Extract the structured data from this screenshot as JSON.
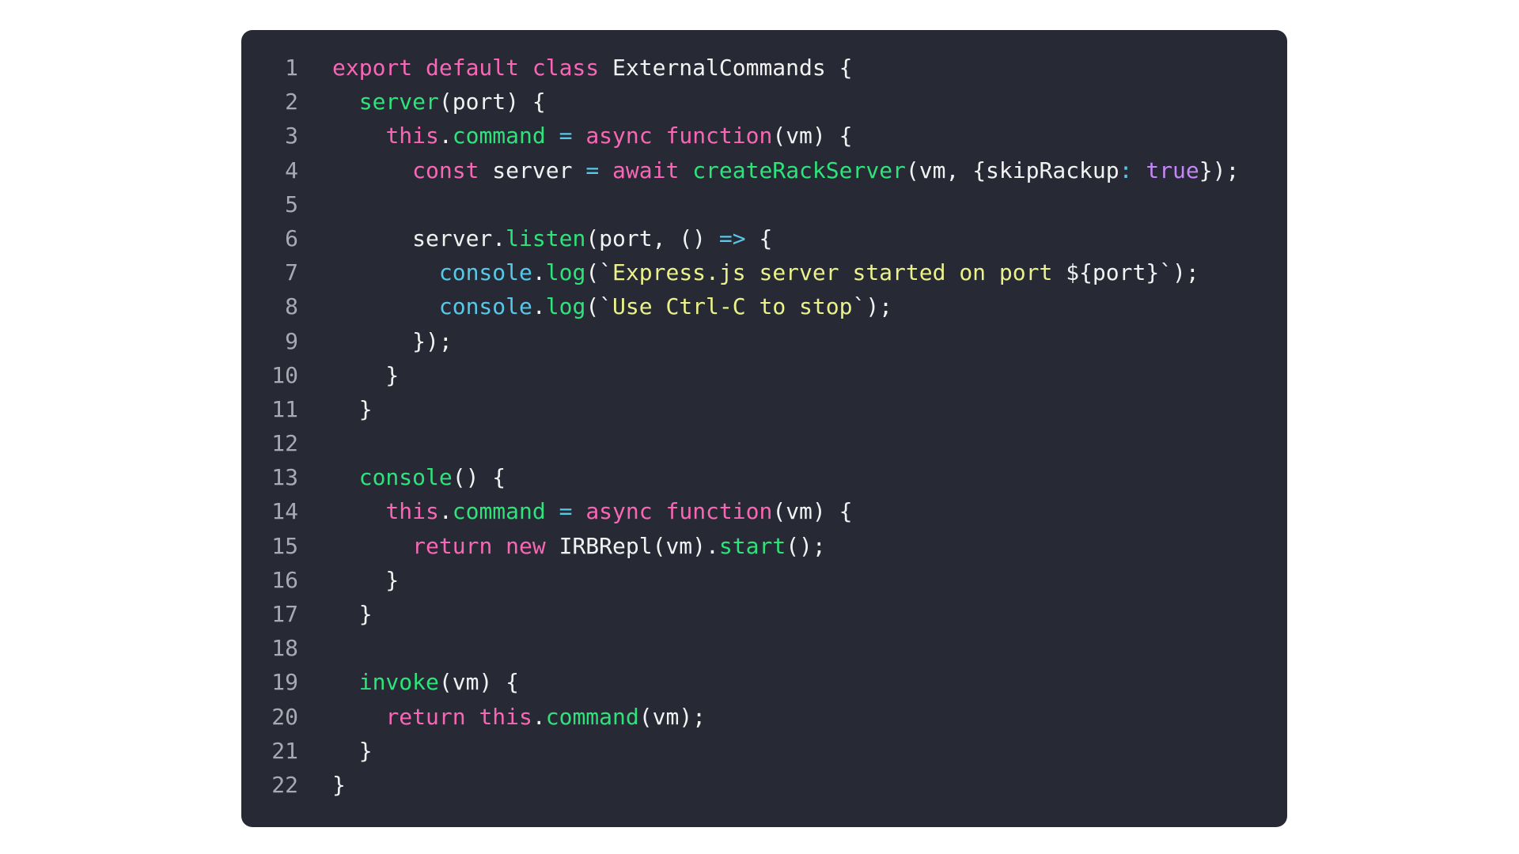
{
  "colors": {
    "background": "#ffffff",
    "panel": "#272a35",
    "line_number": "#a7aab3",
    "keyword": "#f767b5",
    "function": "#2de37a",
    "operator": "#58c8e8",
    "string": "#ebf28a",
    "literal": "#c586f7",
    "text": "#f2f2f2"
  },
  "code": {
    "lines": [
      {
        "number": "1",
        "tokens": [
          {
            "t": "export default class ",
            "c": "kw"
          },
          {
            "t": "ExternalCommands {",
            "c": "tx"
          }
        ]
      },
      {
        "number": "2",
        "tokens": [
          {
            "t": "  ",
            "c": "tx"
          },
          {
            "t": "server",
            "c": "fn"
          },
          {
            "t": "(port) {",
            "c": "tx"
          }
        ]
      },
      {
        "number": "3",
        "tokens": [
          {
            "t": "    ",
            "c": "tx"
          },
          {
            "t": "this",
            "c": "kw"
          },
          {
            "t": ".",
            "c": "tx"
          },
          {
            "t": "command",
            "c": "fn"
          },
          {
            "t": " ",
            "c": "tx"
          },
          {
            "t": "=",
            "c": "op"
          },
          {
            "t": " ",
            "c": "tx"
          },
          {
            "t": "async function",
            "c": "kw"
          },
          {
            "t": "(vm) {",
            "c": "tx"
          }
        ]
      },
      {
        "number": "4",
        "tokens": [
          {
            "t": "      ",
            "c": "tx"
          },
          {
            "t": "const",
            "c": "kw"
          },
          {
            "t": " server ",
            "c": "tx"
          },
          {
            "t": "=",
            "c": "op"
          },
          {
            "t": " ",
            "c": "tx"
          },
          {
            "t": "await",
            "c": "kw"
          },
          {
            "t": " ",
            "c": "tx"
          },
          {
            "t": "createRackServer",
            "c": "fn"
          },
          {
            "t": "(vm, {skipRackup",
            "c": "tx"
          },
          {
            "t": ":",
            "c": "op"
          },
          {
            "t": " ",
            "c": "tx"
          },
          {
            "t": "true",
            "c": "lit"
          },
          {
            "t": "});",
            "c": "tx"
          }
        ]
      },
      {
        "number": "5",
        "tokens": []
      },
      {
        "number": "6",
        "tokens": [
          {
            "t": "      server.",
            "c": "tx"
          },
          {
            "t": "listen",
            "c": "fn"
          },
          {
            "t": "(port, () ",
            "c": "tx"
          },
          {
            "t": "=>",
            "c": "op"
          },
          {
            "t": " {",
            "c": "tx"
          }
        ]
      },
      {
        "number": "7",
        "tokens": [
          {
            "t": "        ",
            "c": "tx"
          },
          {
            "t": "console",
            "c": "op"
          },
          {
            "t": ".",
            "c": "tx"
          },
          {
            "t": "log",
            "c": "fn"
          },
          {
            "t": "(`",
            "c": "tx"
          },
          {
            "t": "Express.js server started on port ",
            "c": "str"
          },
          {
            "t": "${port}`);",
            "c": "tx"
          }
        ]
      },
      {
        "number": "8",
        "tokens": [
          {
            "t": "        ",
            "c": "tx"
          },
          {
            "t": "console",
            "c": "op"
          },
          {
            "t": ".",
            "c": "tx"
          },
          {
            "t": "log",
            "c": "fn"
          },
          {
            "t": "(`",
            "c": "tx"
          },
          {
            "t": "Use Ctrl-C to stop",
            "c": "str"
          },
          {
            "t": "`);",
            "c": "tx"
          }
        ]
      },
      {
        "number": "9",
        "tokens": [
          {
            "t": "      });",
            "c": "tx"
          }
        ]
      },
      {
        "number": "10",
        "tokens": [
          {
            "t": "    }",
            "c": "tx"
          }
        ]
      },
      {
        "number": "11",
        "tokens": [
          {
            "t": "  }",
            "c": "tx"
          }
        ]
      },
      {
        "number": "12",
        "tokens": []
      },
      {
        "number": "13",
        "tokens": [
          {
            "t": "  ",
            "c": "tx"
          },
          {
            "t": "console",
            "c": "fn"
          },
          {
            "t": "() {",
            "c": "tx"
          }
        ]
      },
      {
        "number": "14",
        "tokens": [
          {
            "t": "    ",
            "c": "tx"
          },
          {
            "t": "this",
            "c": "kw"
          },
          {
            "t": ".",
            "c": "tx"
          },
          {
            "t": "command",
            "c": "fn"
          },
          {
            "t": " ",
            "c": "tx"
          },
          {
            "t": "=",
            "c": "op"
          },
          {
            "t": " ",
            "c": "tx"
          },
          {
            "t": "async function",
            "c": "kw"
          },
          {
            "t": "(vm) {",
            "c": "tx"
          }
        ]
      },
      {
        "number": "15",
        "tokens": [
          {
            "t": "      ",
            "c": "tx"
          },
          {
            "t": "return new",
            "c": "kw"
          },
          {
            "t": " IRBRepl(vm).",
            "c": "tx"
          },
          {
            "t": "start",
            "c": "fn"
          },
          {
            "t": "();",
            "c": "tx"
          }
        ]
      },
      {
        "number": "16",
        "tokens": [
          {
            "t": "    }",
            "c": "tx"
          }
        ]
      },
      {
        "number": "17",
        "tokens": [
          {
            "t": "  }",
            "c": "tx"
          }
        ]
      },
      {
        "number": "18",
        "tokens": []
      },
      {
        "number": "19",
        "tokens": [
          {
            "t": "  ",
            "c": "tx"
          },
          {
            "t": "invoke",
            "c": "fn"
          },
          {
            "t": "(vm) {",
            "c": "tx"
          }
        ]
      },
      {
        "number": "20",
        "tokens": [
          {
            "t": "    ",
            "c": "tx"
          },
          {
            "t": "return this",
            "c": "kw"
          },
          {
            "t": ".",
            "c": "tx"
          },
          {
            "t": "command",
            "c": "fn"
          },
          {
            "t": "(vm);",
            "c": "tx"
          }
        ]
      },
      {
        "number": "21",
        "tokens": [
          {
            "t": "  }",
            "c": "tx"
          }
        ]
      },
      {
        "number": "22",
        "tokens": [
          {
            "t": "}",
            "c": "tx"
          }
        ]
      }
    ]
  }
}
